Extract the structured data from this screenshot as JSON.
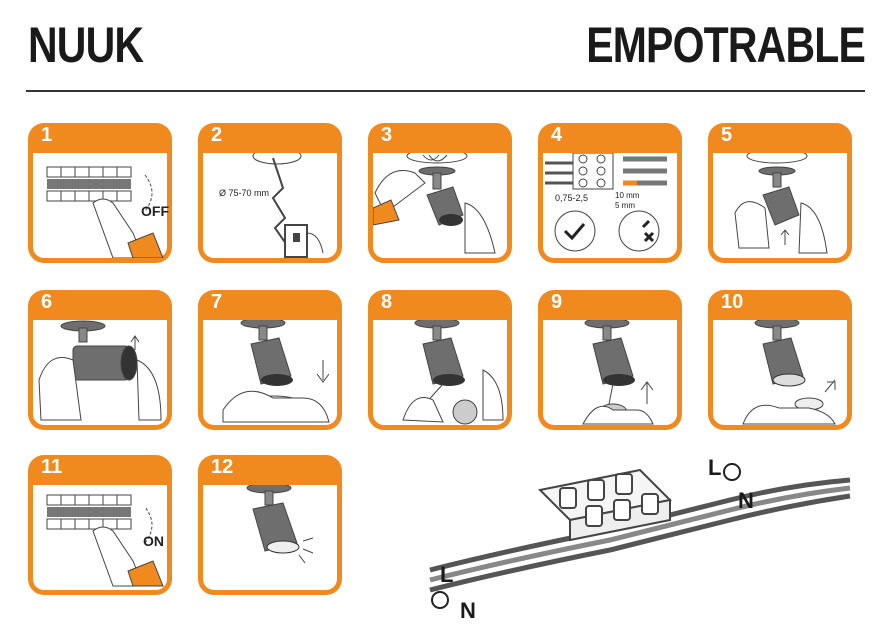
{
  "header": {
    "brand": "NUUK",
    "product": "EMPOTRABLE"
  },
  "steps": [
    {
      "num": "1",
      "label": "OFF"
    },
    {
      "num": "2",
      "label": "Ø 75-70 mm"
    },
    {
      "num": "3"
    },
    {
      "num": "4",
      "label": "0,75-2,5",
      "dim1": "10 mm",
      "dim2": "5 mm"
    },
    {
      "num": "5"
    },
    {
      "num": "6"
    },
    {
      "num": "7"
    },
    {
      "num": "8"
    },
    {
      "num": "9"
    },
    {
      "num": "10"
    },
    {
      "num": "11",
      "label": "ON"
    },
    {
      "num": "12"
    }
  ],
  "wiring": {
    "top_l": "L",
    "top_n": "N",
    "bottom_l": "L",
    "bottom_n": "N"
  },
  "colors": {
    "accent": "#f08a1e",
    "fixture": "#6e6e6e"
  }
}
